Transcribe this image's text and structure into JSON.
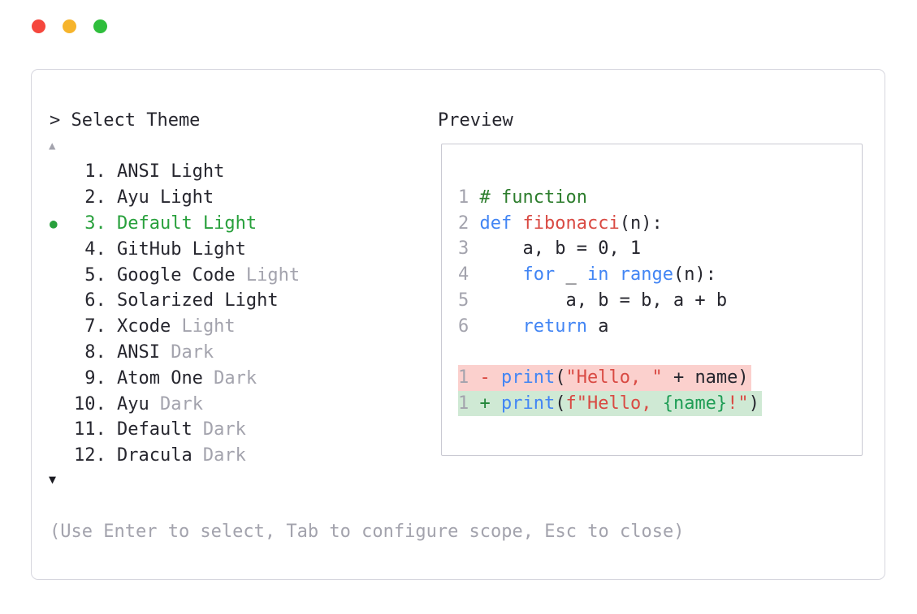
{
  "window": {
    "controls": [
      {
        "name": "close",
        "color": "#f5473d"
      },
      {
        "name": "minimize",
        "color": "#f6b42c"
      },
      {
        "name": "maximize",
        "color": "#2fbe3c"
      }
    ]
  },
  "theme_picker": {
    "title": "> Select Theme",
    "scroll_up": "▲",
    "scroll_down": "▼",
    "items": [
      {
        "num": "1.",
        "name": "ANSI Light",
        "dim_suffix": "",
        "selected": false
      },
      {
        "num": "2.",
        "name": "Ayu Light",
        "dim_suffix": "",
        "selected": false
      },
      {
        "num": "3.",
        "name": "Default Light",
        "dim_suffix": "",
        "selected": true
      },
      {
        "num": "4.",
        "name": "GitHub Light",
        "dim_suffix": "",
        "selected": false
      },
      {
        "num": "5.",
        "name": "Google Code",
        "dim_suffix": "Light",
        "selected": false
      },
      {
        "num": "6.",
        "name": "Solarized Light",
        "dim_suffix": "",
        "selected": false
      },
      {
        "num": "7.",
        "name": "Xcode",
        "dim_suffix": "Light",
        "selected": false
      },
      {
        "num": "8.",
        "name": "ANSI",
        "dim_suffix": "Dark",
        "selected": false
      },
      {
        "num": "9.",
        "name": "Atom One",
        "dim_suffix": "Dark",
        "selected": false
      },
      {
        "num": "10.",
        "name": "Ayu",
        "dim_suffix": "Dark",
        "selected": false
      },
      {
        "num": "11.",
        "name": "Default",
        "dim_suffix": "Dark",
        "selected": false
      },
      {
        "num": "12.",
        "name": "Dracula",
        "dim_suffix": "Dark",
        "selected": false
      }
    ],
    "footer": "(Use Enter to select, Tab to configure scope, Esc to close)"
  },
  "preview": {
    "title": "Preview",
    "lines": [
      {
        "tokens": [
          [
            "ln",
            "1 "
          ],
          [
            "cm",
            "# function"
          ]
        ]
      },
      {
        "tokens": [
          [
            "ln",
            "2 "
          ],
          [
            "kw",
            "def "
          ],
          [
            "fn",
            "fibonacci"
          ],
          [
            "pl",
            "(n):"
          ]
        ]
      },
      {
        "tokens": [
          [
            "ln",
            "3 "
          ],
          [
            "pl",
            "    a, b = 0, 1"
          ]
        ]
      },
      {
        "tokens": [
          [
            "ln",
            "4 "
          ],
          [
            "pl",
            "    "
          ],
          [
            "kw",
            "for"
          ],
          [
            "pl",
            " _ "
          ],
          [
            "kw",
            "in"
          ],
          [
            "pl",
            " "
          ],
          [
            "kw",
            "range"
          ],
          [
            "pl",
            "(n):"
          ]
        ]
      },
      {
        "tokens": [
          [
            "ln",
            "5 "
          ],
          [
            "pl",
            "        a, b = b, a + b"
          ]
        ]
      },
      {
        "tokens": [
          [
            "ln",
            "6 "
          ],
          [
            "pl",
            "    "
          ],
          [
            "kw",
            "return"
          ],
          [
            "pl",
            " a"
          ]
        ]
      },
      {
        "tokens": []
      },
      {
        "bg": "del",
        "tokens": [
          [
            "ln",
            "1 "
          ],
          [
            "del",
            "- "
          ],
          [
            "kw",
            "print"
          ],
          [
            "pl",
            "("
          ],
          [
            "str",
            "\"Hello, \""
          ],
          [
            "pl",
            " + name)"
          ]
        ]
      },
      {
        "bg": "add",
        "tokens": [
          [
            "ln",
            "1 "
          ],
          [
            "add",
            "+ "
          ],
          [
            "kw",
            "print"
          ],
          [
            "pl",
            "("
          ],
          [
            "str",
            "f\"Hello, "
          ],
          [
            "interp",
            "{name}"
          ],
          [
            "str",
            "!\""
          ],
          [
            "pl",
            ")"
          ]
        ]
      }
    ]
  },
  "colors": {
    "text": "#26262e",
    "dim": "#a3a3ad",
    "selected_green": "#28a03c",
    "keyword": "#4285f4",
    "function_name": "#d94a43",
    "string": "#d94a43",
    "comment": "#2d7d2d",
    "interp": "#1f9d55",
    "line_number": "#a3a3ad",
    "diff_del_bg": "#fbd0cd",
    "diff_add_bg": "#cfe9d4",
    "diff_del_sign": "#d9453c",
    "diff_add_sign": "#22863a",
    "border": "#d6d6de"
  }
}
